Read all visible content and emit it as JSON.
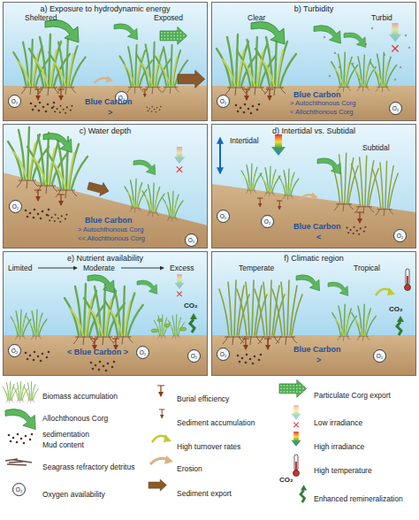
{
  "diagram": {
    "nodes": [
      {
        "text": [
          "a) Exposure to hydrodynamic energy",
          "Sheltered",
          "Exposed",
          "O₂",
          "O₂",
          "Blue Carbon",
          ">"
        ]
      },
      {
        "text": [
          "b) Turbidity",
          "Clear",
          "Turbid",
          "O₂",
          "O₂",
          "Blue Carbon",
          "> Autochthonous Corg",
          "< Allochthonous Corg"
        ]
      },
      {
        "text": [
          "c) Water depth",
          "O₂",
          "O₂",
          "Blue Carbon",
          "> Autochthonous Corg",
          "<< Allochthonous Corg"
        ]
      },
      {
        "text": [
          "d) Intertidal vs. Subtidal",
          "Intertidal",
          "Subtidal",
          "O₂",
          "O₂",
          "O₂",
          "Blue Carbon",
          "<"
        ]
      },
      {
        "text": [
          "e) Nutrient availability",
          "Limited",
          "Moderate",
          "Excess",
          "CO₂",
          "O₂",
          "O₂",
          "O₂",
          "< Blue Carbon >"
        ]
      },
      {
        "text": [
          "f) Climatic region",
          "Temperate",
          "Tropical",
          "CO₂",
          "O₂",
          "O₂",
          "Blue Carbon",
          ">"
        ]
      }
    ],
    "labels": [
      "O₂",
      "CO₂"
    ],
    "legend": [
      {
        "text": "Biomass accumulation"
      },
      {
        "text": "Allochthonous Corg sedimentation"
      },
      {
        "text": "Mud content"
      },
      {
        "text": "Seagrass refractory detritus"
      },
      {
        "text": "Oxygen availability"
      },
      {
        "text": "Burial efficiency"
      },
      {
        "text": "Sediment accumulation"
      },
      {
        "text": "High turnover rates"
      },
      {
        "text": "Erosion"
      },
      {
        "text": "Sediment export"
      },
      {
        "text": "Particulate Corg export"
      },
      {
        "text": "Low irradiance"
      },
      {
        "text": "High irradiance"
      },
      {
        "text": "High temperature"
      },
      {
        "text": "Enhanced remineralization"
      }
    ]
  }
}
